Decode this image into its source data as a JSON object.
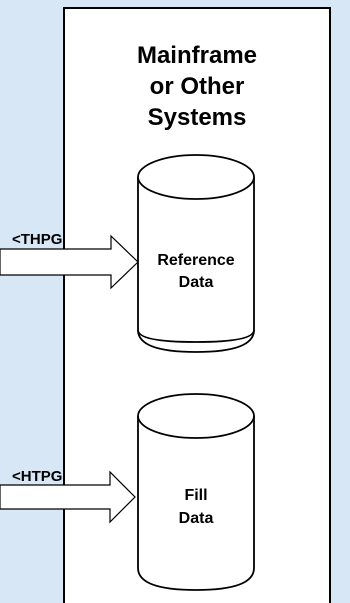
{
  "diagram": {
    "title_lines": [
      "Mainframe",
      "or Other",
      "Systems"
    ],
    "cylinders": [
      {
        "id": "reference",
        "label_lines": [
          "Reference",
          "Data"
        ]
      },
      {
        "id": "fill",
        "label_lines": [
          "Fill",
          "Data"
        ]
      }
    ],
    "arrows": [
      {
        "id": "reference",
        "label": "<THPG"
      },
      {
        "id": "fill",
        "label": "<HTPG"
      }
    ]
  }
}
